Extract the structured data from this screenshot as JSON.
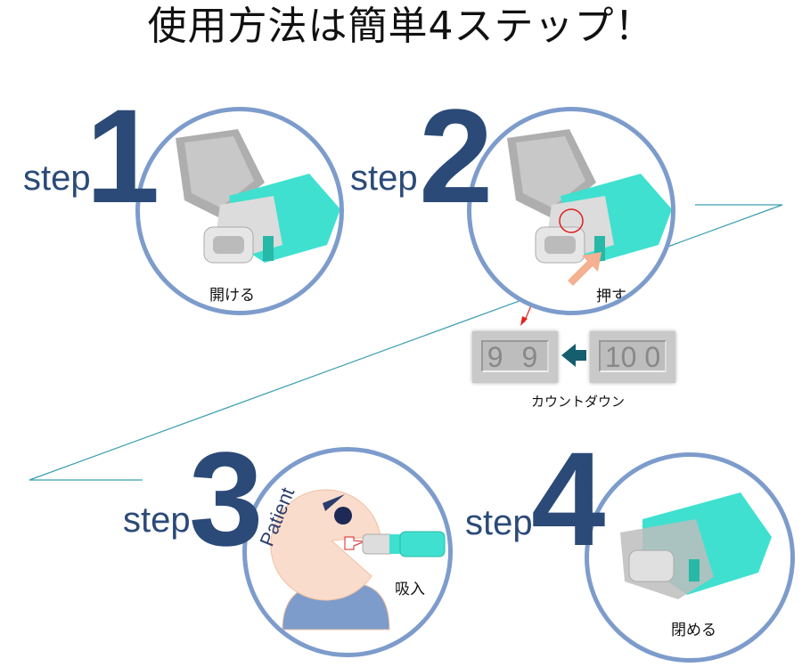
{
  "title": "使用方法は簡単4ステップ！",
  "steps": [
    {
      "word": "step",
      "number": "1",
      "caption": "開ける"
    },
    {
      "word": "step",
      "number": "2",
      "caption": "押す"
    },
    {
      "word": "step",
      "number": "3",
      "caption": "吸入",
      "patient_label": "Patient"
    },
    {
      "word": "step",
      "number": "4",
      "caption": "閉める"
    }
  ],
  "counter": {
    "before": "10 0",
    "after": "9 9",
    "caption": "カウントダウン"
  },
  "colors": {
    "navy": "#2b4a78",
    "ring": "#7d9ccc",
    "teal": "#3fe0d0",
    "line": "#3a9fb0"
  }
}
